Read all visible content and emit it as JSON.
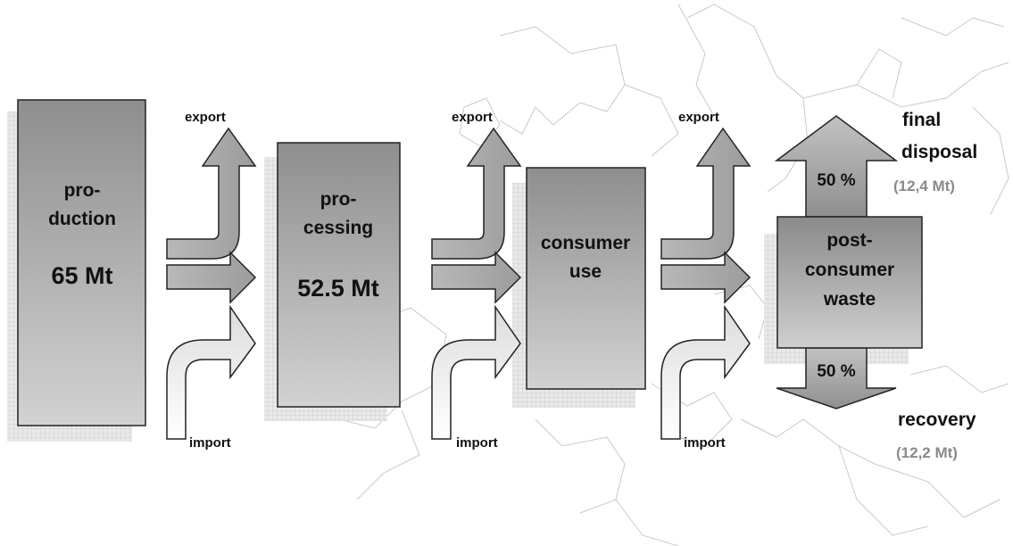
{
  "stages": [
    {
      "id": "production",
      "lines": [
        "pro-",
        "duction"
      ],
      "value": "65 Mt"
    },
    {
      "id": "processing",
      "lines": [
        "pro-",
        "cessing"
      ],
      "value": "52.5 Mt"
    },
    {
      "id": "consumer-use",
      "lines": [
        "consumer",
        "use"
      ],
      "value": ""
    },
    {
      "id": "post-consumer-waste",
      "lines": [
        "post-",
        "consumer",
        "waste"
      ],
      "value": ""
    }
  ],
  "flows": {
    "export": "export",
    "import": "import"
  },
  "outputs": {
    "disposal": {
      "label_line1": "final",
      "label_line2": "disposal",
      "amount": "(12,4 Mt)",
      "share": "50 %"
    },
    "recovery": {
      "label": "recovery",
      "amount": "(12,2 Mt)",
      "share": "50 %"
    }
  }
}
